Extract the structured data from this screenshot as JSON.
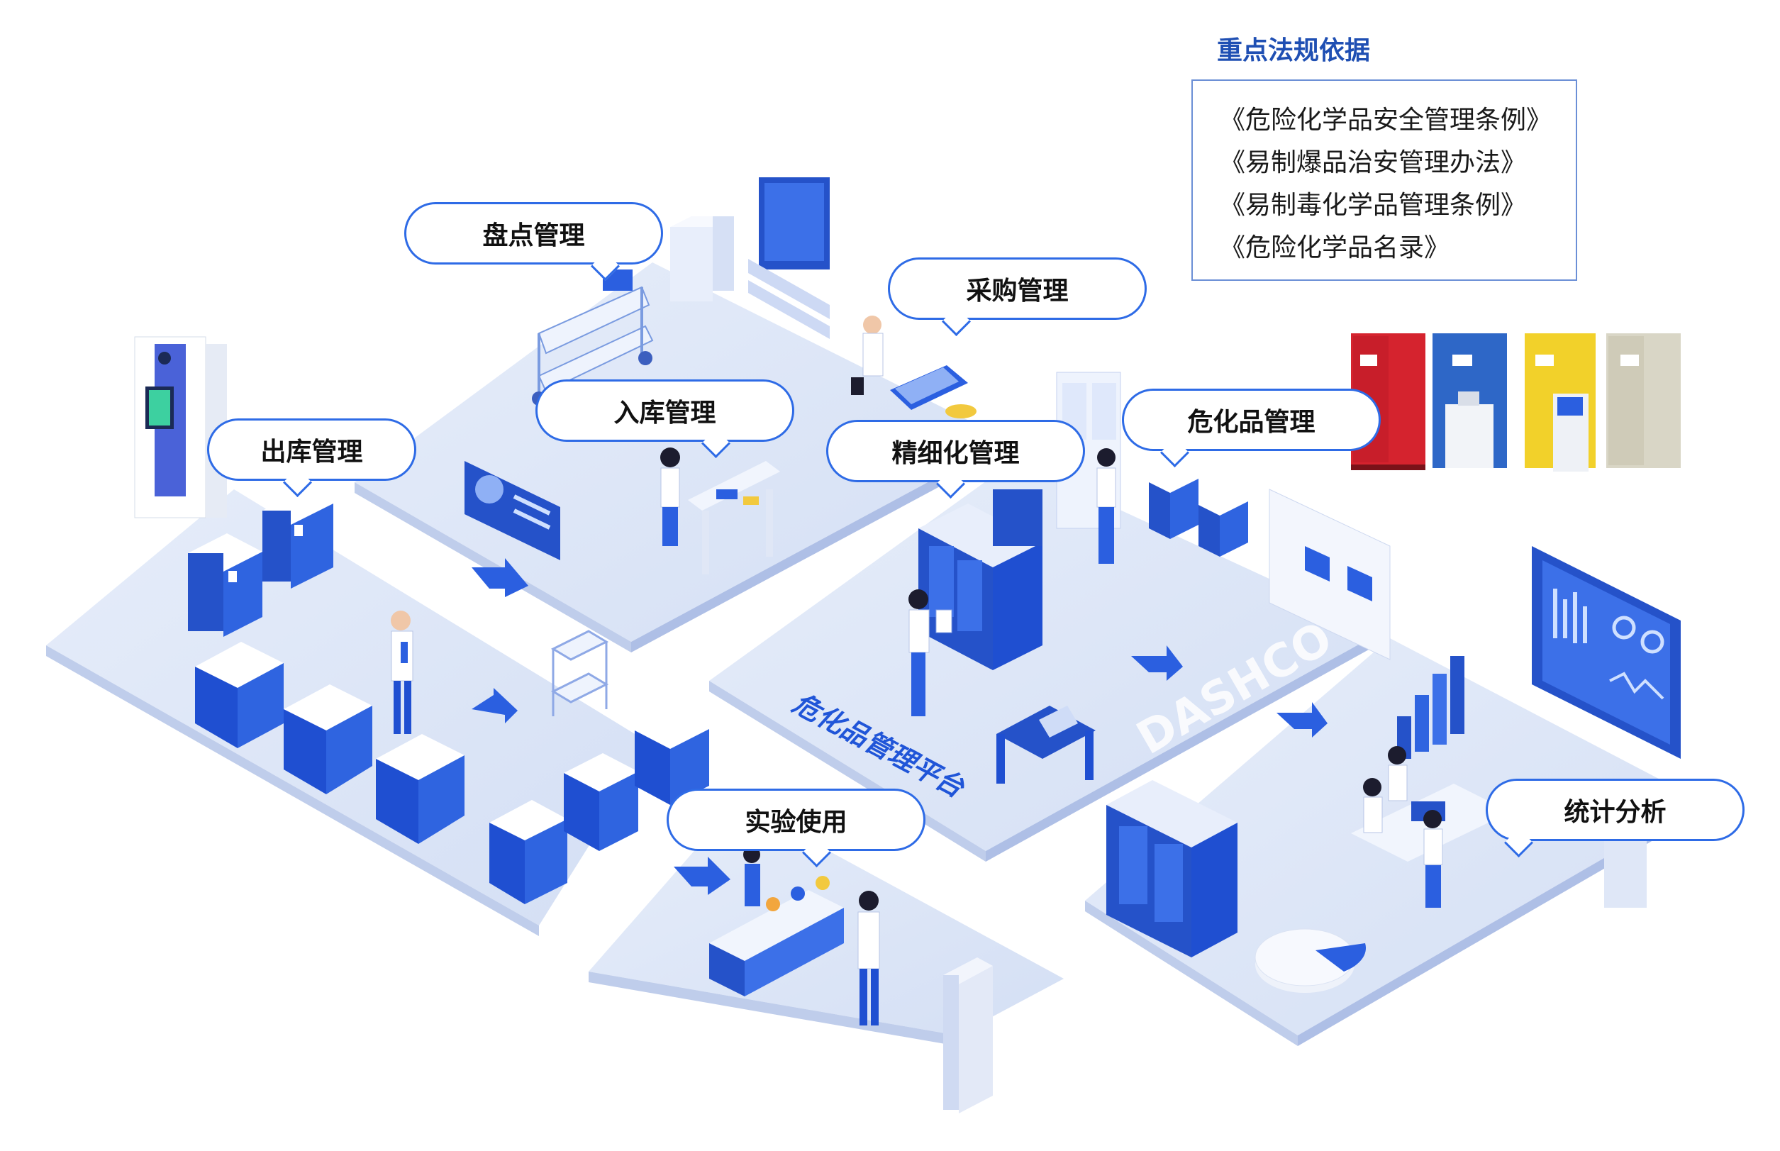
{
  "regulations": {
    "title": "重点法规依据",
    "items": [
      "《危险化学品安全管理条例》",
      "《易制爆品治安管理办法》",
      "《易制毒化学品管理条例》",
      "《危险化学品名录》"
    ]
  },
  "modules": {
    "inventory": "盘点管理",
    "procurement": "采购管理",
    "inbound": "入库管理",
    "outbound": "出库管理",
    "refined": "精细化管理",
    "hazmat": "危化品管理",
    "experiment": "实验使用",
    "statistics": "统计分析"
  },
  "platform_label": "危化品管理平台",
  "watermark": "DASHCO",
  "colors": {
    "brand": "#2e6be6",
    "deep": "#1f4fd1",
    "floor": "#dde6f7",
    "floor_edge": "#b9c9ec"
  }
}
